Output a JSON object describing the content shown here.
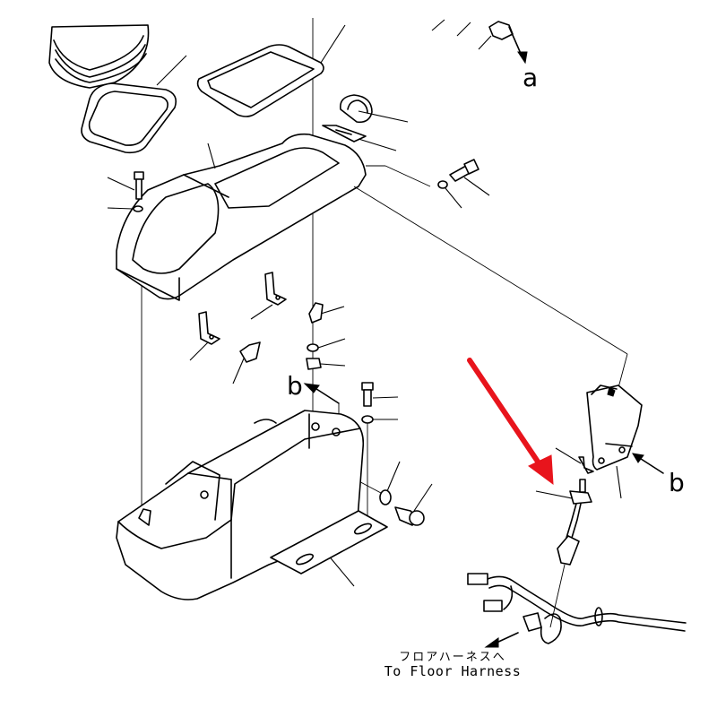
{
  "diagram": {
    "type": "exploded-parts-diagram",
    "subject": "Operator console / control box assembly with switch and floor harness",
    "view_labels": {
      "a": "a",
      "b_left": "b",
      "b_right": "b"
    },
    "harness_caption": {
      "japanese": "フロアハーネスへ",
      "english": "To Floor Harness"
    },
    "highlight": {
      "description": "Red arrow pointing to toggle switch with connector",
      "color": "#e8141c"
    },
    "colors": {
      "line": "#000000",
      "background": "#ffffff",
      "highlight": "#e8141c"
    }
  }
}
